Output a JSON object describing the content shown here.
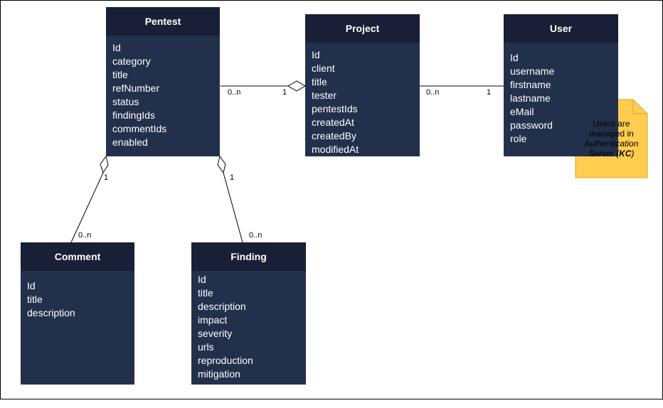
{
  "entities": {
    "pentest": {
      "title": "Pentest",
      "fields": [
        "Id",
        "category",
        "title",
        "refNumber",
        "status",
        "findingIds",
        "commentIds",
        "enabled"
      ]
    },
    "project": {
      "title": "Project",
      "fields": [
        "Id",
        "client",
        "title",
        "tester",
        "pentestIds",
        "createdAt",
        "createdBy",
        "modifiedAt"
      ]
    },
    "user": {
      "title": "User",
      "fields": [
        "Id",
        "username",
        "firstname",
        "lastname",
        "eMail",
        "password",
        "role"
      ]
    },
    "comment": {
      "title": "Comment",
      "fields": [
        "Id",
        "title",
        "description"
      ]
    },
    "finding": {
      "title": "Finding",
      "fields": [
        "Id",
        "title",
        "description",
        "impact",
        "severity",
        "urls",
        "reproduction",
        "mitigation"
      ]
    }
  },
  "relations": {
    "pentest_project": {
      "from_mult": "0..n",
      "to_mult": "1"
    },
    "project_user": {
      "from_mult": "0..n",
      "to_mult": "1"
    },
    "pentest_comment": {
      "from_mult": "1",
      "to_mult": "0..n"
    },
    "pentest_finding": {
      "from_mult": "1",
      "to_mult": "0..n"
    }
  },
  "note": {
    "line1": "Users are",
    "line2": "managed in",
    "line3": "Authentication",
    "line4_prefix": "Server (",
    "line4_bold": "KC",
    "line4_suffix": ")",
    "fill": "#ffcd4f",
    "stroke": "#d6a521"
  },
  "colors": {
    "entity_body": "#23304c",
    "entity_header": "#181f36"
  }
}
